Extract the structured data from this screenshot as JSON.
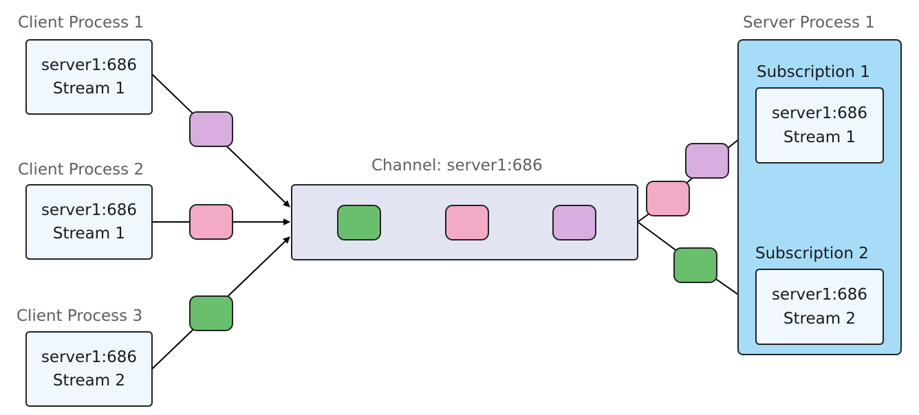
{
  "colors": {
    "purple": "#d8aee0",
    "pink": "#f3aac6",
    "green": "#6abf6e",
    "stream_box_fill": "#f0f7fd",
    "channel_fill": "#e3e4f1",
    "server_fill": "#a6dcf8",
    "line": "#000000"
  },
  "clients": [
    {
      "title": "Client Process 1",
      "endpoint": "server1:686",
      "stream": "Stream 1",
      "message_color": "purple"
    },
    {
      "title": "Client Process 2",
      "endpoint": "server1:686",
      "stream": "Stream 1",
      "message_color": "pink"
    },
    {
      "title": "Client Process 3",
      "endpoint": "server1:686",
      "stream": "Stream 2",
      "message_color": "green"
    }
  ],
  "channel": {
    "title": "Channel: server1:686",
    "queued_messages": [
      "green",
      "pink",
      "purple"
    ]
  },
  "server": {
    "title": "Server Process 1",
    "subscriptions": [
      {
        "title": "Subscription 1",
        "endpoint": "server1:686",
        "stream": "Stream 1",
        "incoming_messages": [
          "pink",
          "purple"
        ]
      },
      {
        "title": "Subscription 2",
        "endpoint": "server1:686",
        "stream": "Stream 2",
        "incoming_messages": [
          "green"
        ]
      }
    ]
  }
}
